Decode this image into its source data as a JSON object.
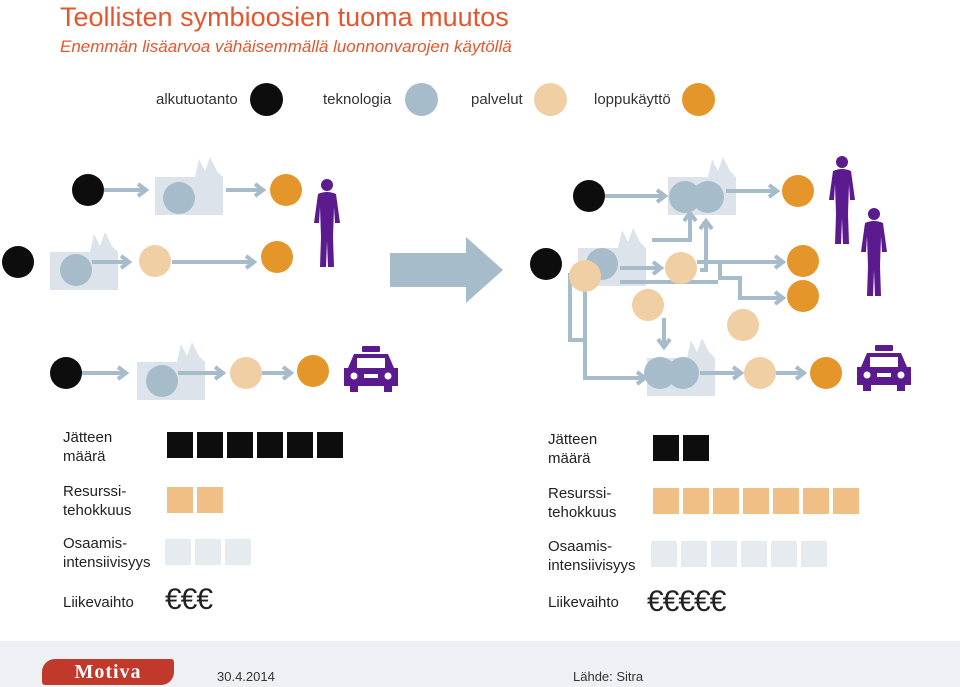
{
  "header": {
    "title": "Teollisten symbioosien  tuoma muutos",
    "subtitle": "Enemmän lisäarvoa vähäisemmällä luonnonvarojen käytöllä"
  },
  "legend": [
    {
      "label": "alkutuotanto",
      "color": "#0d0d0d"
    },
    {
      "label": "teknologia",
      "color": "#a7bccb"
    },
    {
      "label": "palvelut",
      "color": "#f1cfa4"
    },
    {
      "label": "loppukäyttö",
      "color": "#e5962a"
    }
  ],
  "colors": {
    "factory": "#dde3ea",
    "arrow": "#a7bccb",
    "person": "#5b1a8e",
    "taxi": "#5b1a8e",
    "waste": "#0d0d0d",
    "resource": "#efbf85",
    "knowledge": "#e6ebf0",
    "accent": "#e4572e"
  },
  "icons": [
    "factory-icon",
    "person-icon",
    "taxi-icon",
    "transition-arrow-icon"
  ],
  "metrics": {
    "before": {
      "waste": {
        "label_line1": "Jätteen",
        "label_line2": "määrä",
        "blocks": 6
      },
      "resource": {
        "label_line1": "Resurssi-",
        "label_line2": "tehokkuus",
        "blocks": 2
      },
      "knowledge": {
        "label_line1": "Osaamis-",
        "label_line2": "intensiivisyys",
        "blocks": 3
      },
      "revenue": {
        "label": "Liikevaihto",
        "euros": "€€€"
      }
    },
    "after": {
      "waste": {
        "label_line1": "Jätteen",
        "label_line2": "määrä",
        "blocks": 2
      },
      "resource": {
        "label_line1": "Resurssi-",
        "label_line2": "tehokkuus",
        "blocks": 7
      },
      "knowledge": {
        "label_line1": "Osaamis-",
        "label_line2": "intensiivisyys",
        "blocks": 6
      },
      "revenue": {
        "label": "Liikevaihto",
        "euros": "€€€€€"
      }
    }
  },
  "footer": {
    "logo": "Motiva",
    "date": "30.4.2014",
    "source": "Lähde: Sitra"
  }
}
